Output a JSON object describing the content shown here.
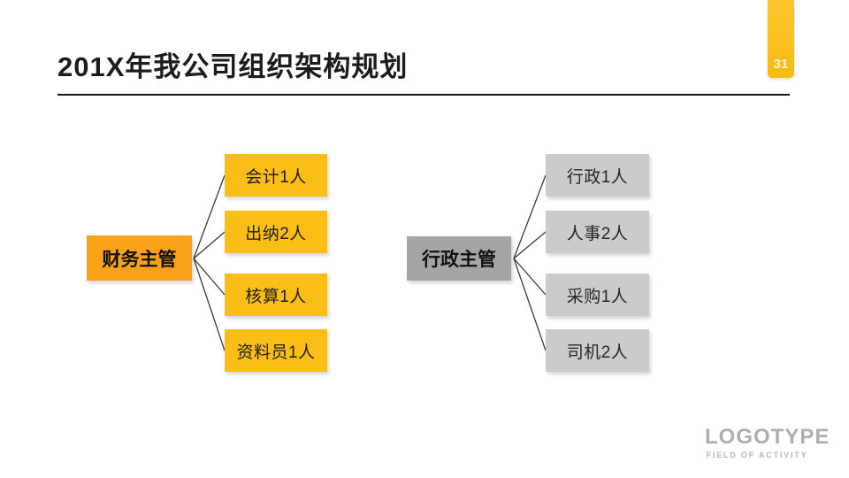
{
  "slide": {
    "title": "201X年我公司组织架构规划",
    "page_number": "31",
    "logo": {
      "name": "LOGOTYPE",
      "tagline": "FIELD OF ACTIVITY"
    }
  },
  "org_charts": [
    {
      "name": "finance-department",
      "parent": {
        "label": "财务主管"
      },
      "children": [
        {
          "label": "会计1人"
        },
        {
          "label": "出纳2人"
        },
        {
          "label": "核算1人"
        },
        {
          "label": "资料员1人"
        }
      ],
      "colors": {
        "parent_bg": "#F8A11B",
        "child_bg": "#FBBE17",
        "text": "#1F1F1F"
      }
    },
    {
      "name": "admin-department",
      "parent": {
        "label": "行政主管"
      },
      "children": [
        {
          "label": "行政1人"
        },
        {
          "label": "人事2人"
        },
        {
          "label": "采购1人"
        },
        {
          "label": "司机2人"
        }
      ],
      "colors": {
        "parent_bg": "#A5A5A5",
        "child_bg": "#CBCBCB",
        "text": "#262626"
      }
    }
  ],
  "theme": {
    "accent_yellow": "#F9BE19",
    "title_color": "#1C1C1C",
    "connector_color": "#3A3A3A",
    "logo_gray": "#AFAFAF",
    "background": "#FFFFFF"
  }
}
